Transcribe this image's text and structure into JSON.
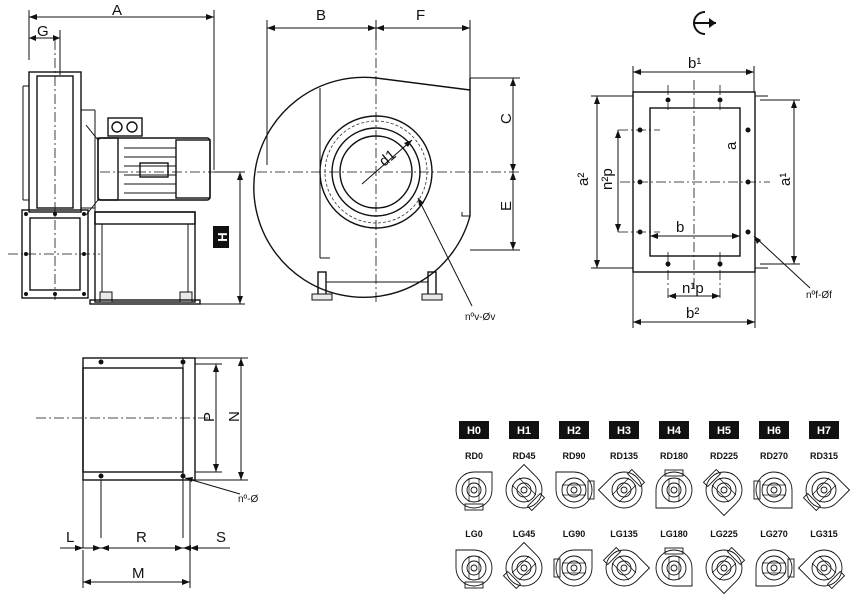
{
  "dims": {
    "A": "A",
    "G": "G",
    "H": "H",
    "B": "B",
    "F": "F",
    "C": "C",
    "E": "E",
    "d1": "d1",
    "nv": "nºv-Øv",
    "b1": "b¹",
    "a": "a",
    "a1": "a¹",
    "a2": "a²",
    "n2p": "n²p",
    "b": "b",
    "n1p": "n¹p",
    "b2": "b²",
    "nf": "nºf-Øf",
    "P": "P",
    "N": "N",
    "no": "nº-Ø",
    "L": "L",
    "R": "R",
    "S": "S",
    "M": "M"
  },
  "positions": {
    "codes": [
      "H0",
      "H1",
      "H2",
      "H3",
      "H4",
      "H5",
      "H6",
      "H7"
    ],
    "rd": [
      "RD0",
      "RD45",
      "RD90",
      "RD135",
      "RD180",
      "RD225",
      "RD270",
      "RD315"
    ],
    "lg": [
      "LG0",
      "LG45",
      "LG90",
      "LG135",
      "LG180",
      "LG225",
      "LG270",
      "LG315"
    ]
  },
  "icons": {
    "rotation": "rotation-arrow-icon"
  }
}
